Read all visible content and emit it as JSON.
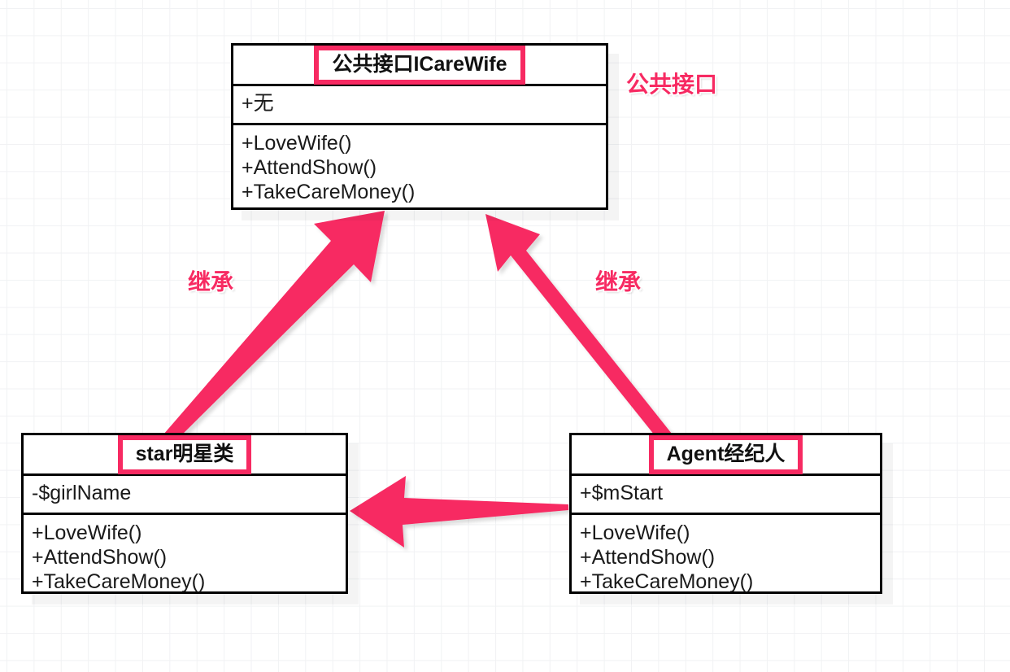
{
  "diagram": {
    "type": "uml-class-diagram",
    "background": "grid",
    "accent_color": "#f72a62",
    "box_border_color": "#000000"
  },
  "classes": [
    {
      "id": "icarewife",
      "title": "公共接口ICareWife",
      "attributes": [
        "+无"
      ],
      "operations": [
        "+LoveWife()",
        "+AttendShow()",
        "+TakeCareMoney()"
      ]
    },
    {
      "id": "star",
      "title": "star明星类",
      "attributes": [
        "-$girlName"
      ],
      "operations": [
        "+LoveWife()",
        "+AttendShow()",
        "+TakeCareMoney()"
      ]
    },
    {
      "id": "agent",
      "title": "Agent经纪人",
      "attributes": [
        "+$mStart"
      ],
      "operations": [
        "+LoveWife()",
        "+AttendShow()",
        "+TakeCareMoney()"
      ]
    }
  ],
  "annotations": {
    "public_interface": "公共接口",
    "inherit_left": "继承",
    "inherit_right": "继承"
  },
  "arrows": [
    {
      "id": "star-to-icarewife",
      "from": "star",
      "to": "icarewife",
      "label": "继承",
      "color": "#f72a62"
    },
    {
      "id": "agent-to-icarewife",
      "from": "agent",
      "to": "icarewife",
      "label": "继承",
      "color": "#f72a62"
    },
    {
      "id": "agent-to-star",
      "from": "agent",
      "to": "star",
      "label": "",
      "color": "#f72a62"
    }
  ]
}
